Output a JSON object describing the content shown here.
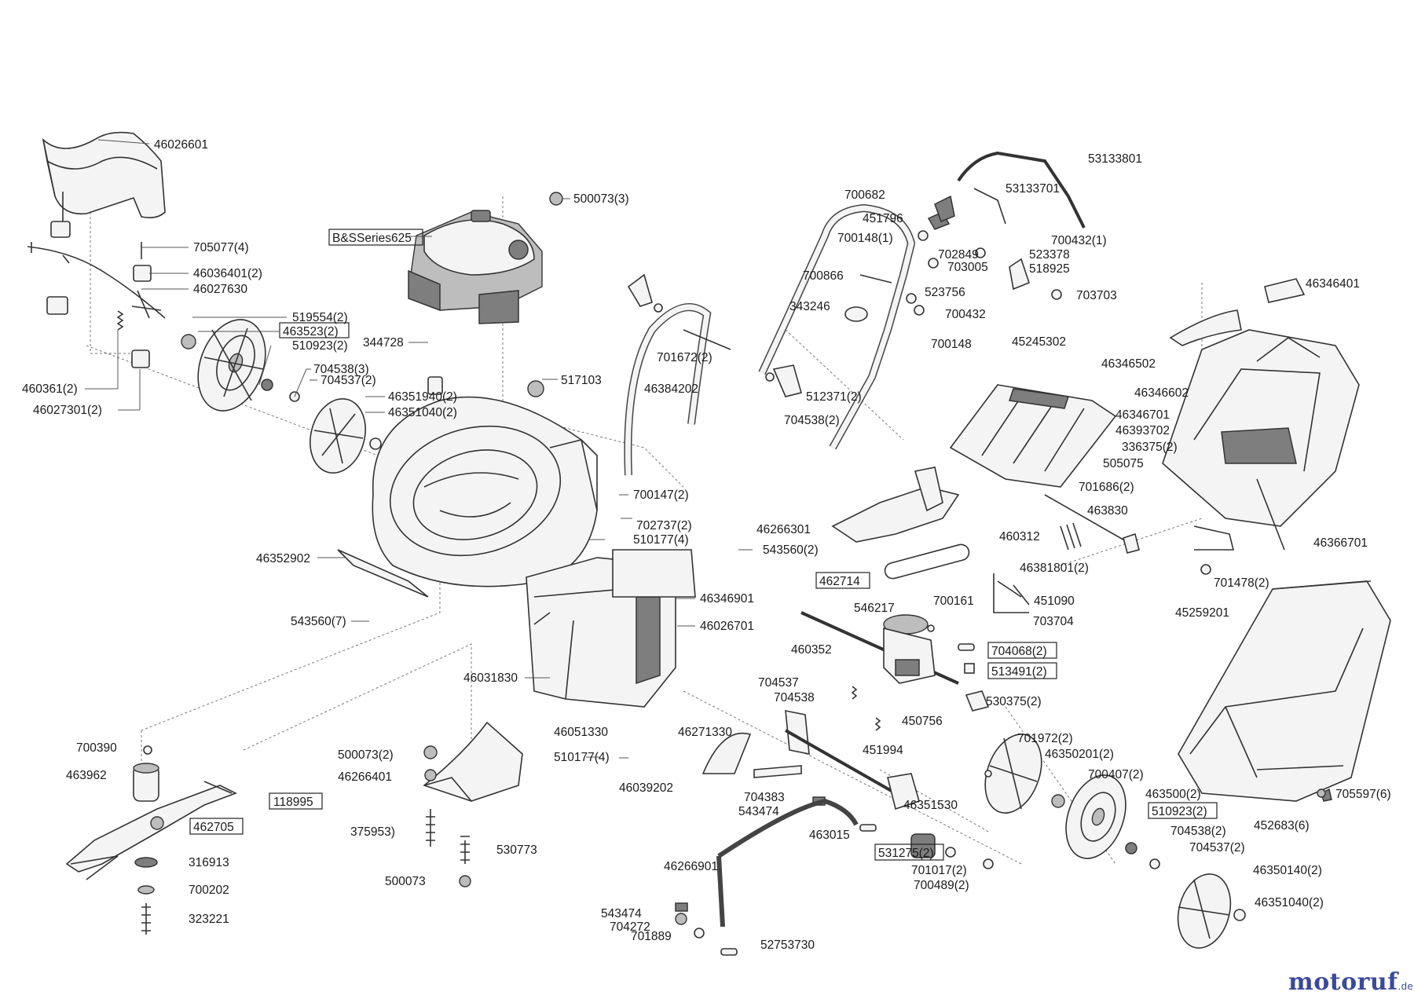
{
  "diagram": {
    "labels": [
      {
        "id": "l1",
        "text": "46026601"
      },
      {
        "id": "l2",
        "text": "705077(4)"
      },
      {
        "id": "l3",
        "text": "46036401(2)"
      },
      {
        "id": "l4",
        "text": "46027630"
      },
      {
        "id": "l5",
        "text": "519554(2)"
      },
      {
        "id": "l6",
        "text": "463523(2)",
        "boxed": true
      },
      {
        "id": "l7",
        "text": "510923(2)"
      },
      {
        "id": "l8",
        "text": "460361(2)"
      },
      {
        "id": "l9",
        "text": "46027301(2)"
      },
      {
        "id": "l10",
        "text": "704538(3)"
      },
      {
        "id": "l11",
        "text": "704537(2)"
      },
      {
        "id": "l12",
        "text": "46351940(2)"
      },
      {
        "id": "l13",
        "text": "46351040(2)"
      },
      {
        "id": "l14",
        "text": "B&SSeries625",
        "boxed": true
      },
      {
        "id": "l15",
        "text": "500073(3)"
      },
      {
        "id": "l16",
        "text": "344728"
      },
      {
        "id": "l17",
        "text": "517103"
      },
      {
        "id": "l18",
        "text": "46352902"
      },
      {
        "id": "l19",
        "text": "543560(7)"
      },
      {
        "id": "l20",
        "text": "700147(2)"
      },
      {
        "id": "l21",
        "text": "702737(2)"
      },
      {
        "id": "l22",
        "text": "510177(4)"
      },
      {
        "id": "l23",
        "text": "543560(2)"
      },
      {
        "id": "l24",
        "text": "46346901"
      },
      {
        "id": "l25",
        "text": "46026701"
      },
      {
        "id": "l26",
        "text": "46031830"
      },
      {
        "id": "l27",
        "text": "46051330"
      },
      {
        "id": "l28",
        "text": "510177(4)"
      },
      {
        "id": "l29",
        "text": "701672(2)"
      },
      {
        "id": "l30",
        "text": "46384202"
      },
      {
        "id": "l31",
        "text": "512371(2)"
      },
      {
        "id": "l32",
        "text": "704538(2)"
      },
      {
        "id": "l33",
        "text": "53133801"
      },
      {
        "id": "l34",
        "text": "53133701"
      },
      {
        "id": "l35",
        "text": "700682"
      },
      {
        "id": "l36",
        "text": "451796"
      },
      {
        "id": "l37",
        "text": "700148(1)"
      },
      {
        "id": "l38",
        "text": "700432(1)"
      },
      {
        "id": "l39",
        "text": "702849"
      },
      {
        "id": "l40",
        "text": "523378"
      },
      {
        "id": "l41",
        "text": "703005"
      },
      {
        "id": "l42",
        "text": "518925"
      },
      {
        "id": "l43",
        "text": "700866"
      },
      {
        "id": "l44",
        "text": "523756"
      },
      {
        "id": "l45",
        "text": "703703"
      },
      {
        "id": "l46",
        "text": "343246"
      },
      {
        "id": "l47",
        "text": "700432"
      },
      {
        "id": "l48",
        "text": "700148"
      },
      {
        "id": "l49",
        "text": "45245302"
      },
      {
        "id": "l50",
        "text": "46346401"
      },
      {
        "id": "l51",
        "text": "46346502"
      },
      {
        "id": "l52",
        "text": "46346602"
      },
      {
        "id": "l53",
        "text": "46346701"
      },
      {
        "id": "l54",
        "text": "46393702"
      },
      {
        "id": "l55",
        "text": "336375(2)"
      },
      {
        "id": "l56",
        "text": "505075"
      },
      {
        "id": "l57",
        "text": "701686(2)"
      },
      {
        "id": "l58",
        "text": "463830"
      },
      {
        "id": "l59",
        "text": "46266301"
      },
      {
        "id": "l60",
        "text": "460312"
      },
      {
        "id": "l61",
        "text": "46381801(2)"
      },
      {
        "id": "l62",
        "text": "46366701"
      },
      {
        "id": "l63",
        "text": "701478(2)"
      },
      {
        "id": "l64",
        "text": "462714",
        "boxed": true
      },
      {
        "id": "l65",
        "text": "700161"
      },
      {
        "id": "l66",
        "text": "451090"
      },
      {
        "id": "l67",
        "text": "546217"
      },
      {
        "id": "l68",
        "text": "703704"
      },
      {
        "id": "l69",
        "text": "45259201"
      },
      {
        "id": "l70",
        "text": "460352"
      },
      {
        "id": "l71",
        "text": "704068(2)",
        "boxed": true
      },
      {
        "id": "l72",
        "text": "513491(2)",
        "boxed": true
      },
      {
        "id": "l73",
        "text": "704537"
      },
      {
        "id": "l74",
        "text": "704538"
      },
      {
        "id": "l75",
        "text": "530375(2)"
      },
      {
        "id": "l76",
        "text": "450756"
      },
      {
        "id": "l77",
        "text": "46271330"
      },
      {
        "id": "l78",
        "text": "451994"
      },
      {
        "id": "l79",
        "text": "701972(2)"
      },
      {
        "id": "l80",
        "text": "46350201(2)"
      },
      {
        "id": "l81",
        "text": "700407(2)"
      },
      {
        "id": "l82",
        "text": "46039202"
      },
      {
        "id": "l83",
        "text": "704383"
      },
      {
        "id": "l84",
        "text": "543474"
      },
      {
        "id": "l85",
        "text": "46351530"
      },
      {
        "id": "l86",
        "text": "463500(2)"
      },
      {
        "id": "l87",
        "text": "510923(2)",
        "boxed": true
      },
      {
        "id": "l88",
        "text": "705597(6)"
      },
      {
        "id": "l89",
        "text": "704538(2)"
      },
      {
        "id": "l90",
        "text": "452683(6)"
      },
      {
        "id": "l91",
        "text": "704537(2)"
      },
      {
        "id": "l92",
        "text": "46350140(2)"
      },
      {
        "id": "l93",
        "text": "46351040(2)"
      },
      {
        "id": "l94",
        "text": "463015"
      },
      {
        "id": "l95",
        "text": "531275(2)",
        "boxed": true
      },
      {
        "id": "l96",
        "text": "701017(2)"
      },
      {
        "id": "l97",
        "text": "700489(2)"
      },
      {
        "id": "l98",
        "text": "46266901"
      },
      {
        "id": "l99",
        "text": "543474"
      },
      {
        "id": "l100",
        "text": "704272"
      },
      {
        "id": "l101",
        "text": "701889"
      },
      {
        "id": "l102",
        "text": "52753730"
      },
      {
        "id": "l103",
        "text": "700390"
      },
      {
        "id": "l104",
        "text": "463962"
      },
      {
        "id": "l105",
        "text": "118995",
        "boxed": true
      },
      {
        "id": "l106",
        "text": "462705",
        "boxed": true
      },
      {
        "id": "l107",
        "text": "316913"
      },
      {
        "id": "l108",
        "text": "700202"
      },
      {
        "id": "l109",
        "text": "323221"
      },
      {
        "id": "l110",
        "text": "500073(2)"
      },
      {
        "id": "l111",
        "text": "46266401"
      },
      {
        "id": "l112",
        "text": "375953)"
      },
      {
        "id": "l113",
        "text": "530773"
      },
      {
        "id": "l114",
        "text": "500073"
      }
    ]
  },
  "branding": {
    "logo_main": "motoruf",
    "logo_suffix": ".de"
  }
}
